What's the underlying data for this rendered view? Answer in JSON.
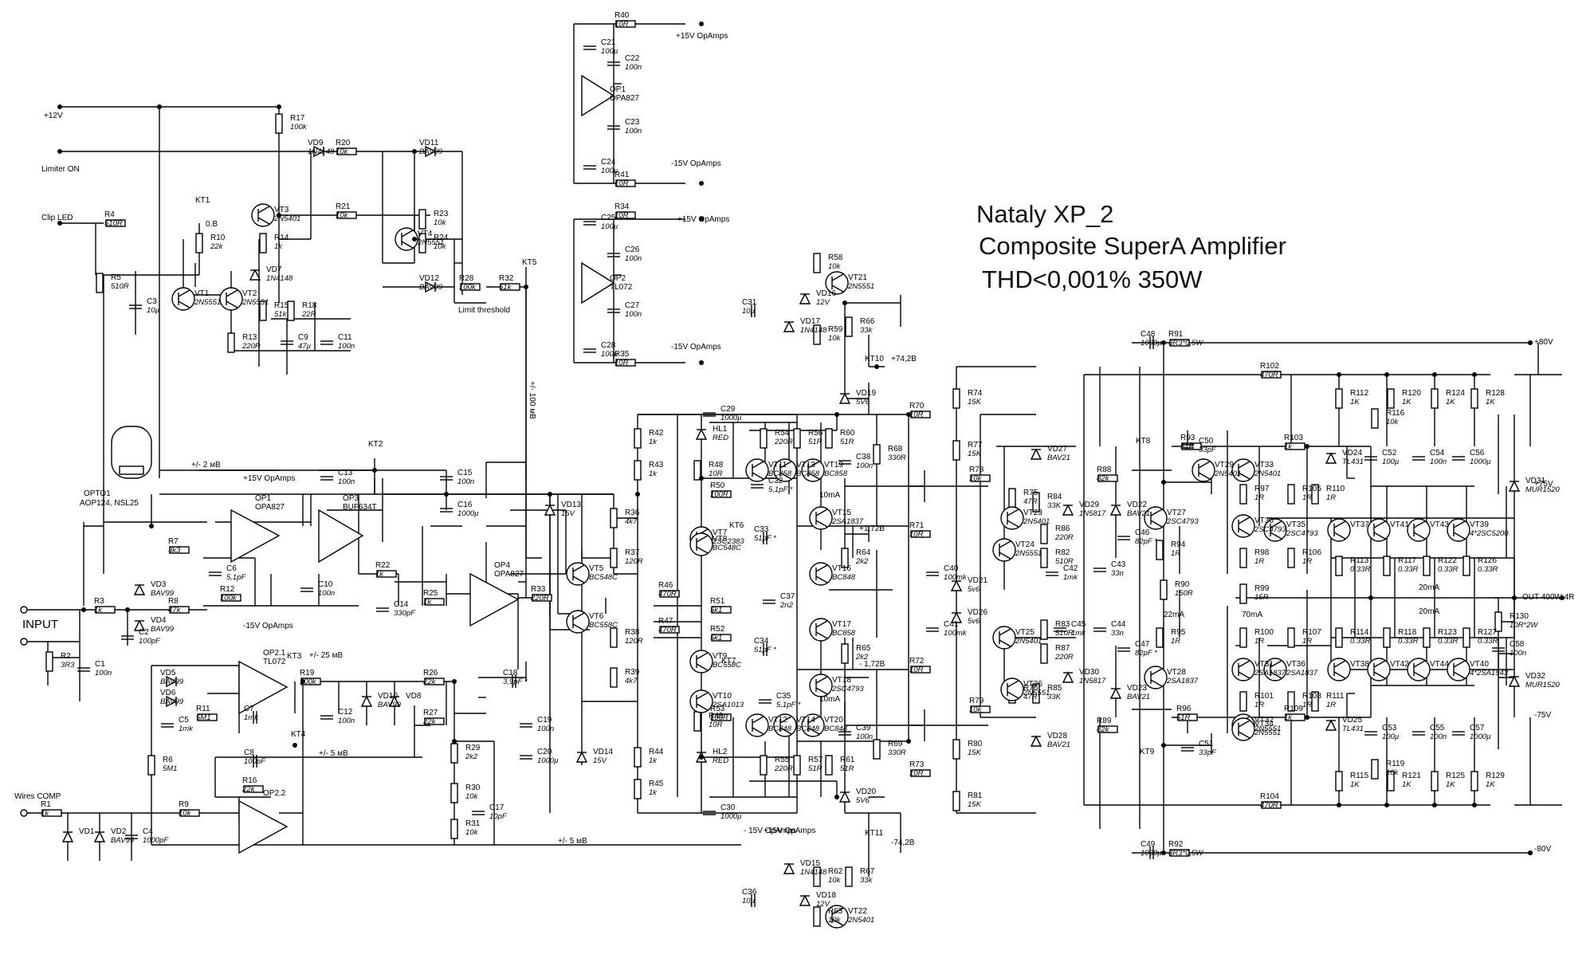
{
  "title": {
    "line1": "Nataly XP_2",
    "line2": "Composite SuperA Amplifier",
    "line3": "THD<0,001% 350W"
  },
  "rails": {
    "p12": "+12V",
    "limiter_on": "Limiter ON",
    "clip_led": "Clip LED",
    "p15_opamps": "+15V OpAmps",
    "m15_opamps": "-15V OpAmps",
    "p80": "+80V",
    "m80": "-80V",
    "p75": "+75V",
    "m75": "-75V",
    "out": "OUT 400W 4R",
    "input": "INPUT",
    "wires_comp": "Wires COMP",
    "kt10_v": "+74,2B",
    "kt11_v": "-74,2B",
    "v172p": "+1,72B",
    "v172m": "- 1,72B",
    "v2mv": "+/- 2 мВ",
    "v25mv": "+/- 25 мВ",
    "v5mv": "+/- 5 мВ",
    "v5mv2": "+/- 5 мВ",
    "v100mv": "+/- 100 мВ",
    "limit_threshold": "Limit threshold",
    "ma10a": "10mA",
    "ma10b": "10mA",
    "ma22": "22mA",
    "ma70": "70mA",
    "ma20a": "20mA",
    "ma20b": "20mA"
  },
  "testpoints": {
    "kt1": "KT1",
    "kt2": "KT2",
    "kt3": "KT3",
    "kt4": "KT4",
    "kt5": "KT5",
    "kt6": "KT6",
    "kt7": "KT7",
    "kt8": "KT8",
    "kt9": "KT9",
    "kt10": "KT10",
    "kt11": "KT11"
  },
  "opamps": [
    {
      "ref": "OP1",
      "part": "OPA827"
    },
    {
      "ref": "OP2",
      "part": "TL072"
    },
    {
      "ref": "OP1",
      "part": "OPA827"
    },
    {
      "ref": "OP3",
      "part": "BUF634T"
    },
    {
      "ref": "OP4",
      "part": "OPA827"
    },
    {
      "ref": "OP2.1",
      "part": "TL072"
    },
    {
      "ref": "OP2.2",
      "part": ""
    }
  ],
  "opto": {
    "ref": "OPTO1",
    "part": "AOP124, NSL25"
  },
  "transistors": [
    {
      "ref": "VT1",
      "part": "2N5551"
    },
    {
      "ref": "VT2",
      "part": "2N5551"
    },
    {
      "ref": "VT3",
      "part": "2N5401"
    },
    {
      "ref": "VT4",
      "part": "2N5551"
    },
    {
      "ref": "VT5",
      "part": "BC548C"
    },
    {
      "ref": "VT6",
      "part": "BC558C"
    },
    {
      "ref": "VT7",
      "part": "2SC2383"
    },
    {
      "ref": "VT8",
      "part": "BC548C"
    },
    {
      "ref": "VT9",
      "part": "BC558C"
    },
    {
      "ref": "VT10",
      "part": "2SA1013"
    },
    {
      "ref": "VT11",
      "part": "BC858"
    },
    {
      "ref": "VT12",
      "part": "BC848"
    },
    {
      "ref": "VT13",
      "part": "BC858"
    },
    {
      "ref": "VT14",
      "part": "BC848"
    },
    {
      "ref": "VT15",
      "part": "2SA1837"
    },
    {
      "ref": "VT16",
      "part": "BC848"
    },
    {
      "ref": "VT17",
      "part": "BC858"
    },
    {
      "ref": "VT18",
      "part": "2SC4793"
    },
    {
      "ref": "VT19",
      "part": "BC858"
    },
    {
      "ref": "VT20",
      "part": "BC848"
    },
    {
      "ref": "VT21",
      "part": "2N5551"
    },
    {
      "ref": "VT22",
      "part": "2N5401"
    },
    {
      "ref": "VT23",
      "part": "2N5401"
    },
    {
      "ref": "VT24",
      "part": "2N5551"
    },
    {
      "ref": "VT25",
      "part": "2N5401"
    },
    {
      "ref": "VT26",
      "part": "2N5551"
    },
    {
      "ref": "VT27",
      "part": "2SC4793"
    },
    {
      "ref": "VT28",
      "part": "2SA1837"
    },
    {
      "ref": "VT29",
      "part": "2N5401"
    },
    {
      "ref": "VT30",
      "part": "2SC4793"
    },
    {
      "ref": "VT31",
      "part": "2SA1837"
    },
    {
      "ref": "VT32",
      "part": "2N5551"
    },
    {
      "ref": "VT33",
      "part": "2N5401"
    },
    {
      "ref": "VT34",
      "part": "2N5551"
    },
    {
      "ref": "VT35",
      "part": "2SC4793"
    },
    {
      "ref": "VT36",
      "part": "2SA1837"
    },
    {
      "ref": "VT37",
      "part": ""
    },
    {
      "ref": "VT38",
      "part": ""
    },
    {
      "ref": "VT39",
      "part": "4*2SC5200"
    },
    {
      "ref": "VT40",
      "part": "4*2SA1943"
    },
    {
      "ref": "VT41",
      "part": ""
    },
    {
      "ref": "VT42",
      "part": ""
    },
    {
      "ref": "VT43",
      "part": ""
    },
    {
      "ref": "VT44",
      "part": ""
    }
  ],
  "diodes": [
    {
      "ref": "VD1",
      "part": ""
    },
    {
      "ref": "VD2",
      "part": "BAV99"
    },
    {
      "ref": "VD3",
      "part": "BAV99"
    },
    {
      "ref": "VD4",
      "part": "BAV99"
    },
    {
      "ref": "VD5",
      "part": "BAV99"
    },
    {
      "ref": "VD6",
      "part": "BAV99"
    },
    {
      "ref": "VD7",
      "part": "1N4148"
    },
    {
      "ref": "VD8",
      "part": ""
    },
    {
      "ref": "VD9",
      "part": "1N4148"
    },
    {
      "ref": "VD10",
      "part": "BAV99"
    },
    {
      "ref": "VD11",
      "part": "BAV99"
    },
    {
      "ref": "VD12",
      "part": "BAV99"
    },
    {
      "ref": "VD13",
      "part": "15V"
    },
    {
      "ref": "VD14",
      "part": "15V"
    },
    {
      "ref": "VD15",
      "part": "1N4148"
    },
    {
      "ref": "VD16",
      "part": "12V"
    },
    {
      "ref": "VD17",
      "part": "1N4148"
    },
    {
      "ref": "VD18",
      "part": "12V"
    },
    {
      "ref": "VD19",
      "part": "5V6"
    },
    {
      "ref": "VD20",
      "part": "5V6"
    },
    {
      "ref": "VD21",
      "part": "5v6"
    },
    {
      "ref": "VD22",
      "part": "BAV21"
    },
    {
      "ref": "VD23",
      "part": "BAV21"
    },
    {
      "ref": "VD24",
      "part": "TL431"
    },
    {
      "ref": "VD25",
      "part": "TL431"
    },
    {
      "ref": "VD26",
      "part": "5v6"
    },
    {
      "ref": "VD27",
      "part": "BAV21"
    },
    {
      "ref": "VD28",
      "part": "BAV21"
    },
    {
      "ref": "VD29",
      "part": "1N5817"
    },
    {
      "ref": "VD30",
      "part": "1N5817"
    },
    {
      "ref": "VD31",
      "part": "MUR1520"
    },
    {
      "ref": "VD32",
      "part": "MUR1520"
    },
    {
      "ref": "HL1",
      "part": "RED"
    },
    {
      "ref": "HL2",
      "part": "RED"
    }
  ],
  "resistors": [
    {
      "ref": "R1",
      "val": "1k"
    },
    {
      "ref": "R2",
      "val": "3R3"
    },
    {
      "ref": "R3",
      "val": "1k"
    },
    {
      "ref": "R4",
      "val": "510R"
    },
    {
      "ref": "R5",
      "val": "510R"
    },
    {
      "ref": "R6",
      "val": "5M1"
    },
    {
      "ref": "R7",
      "val": "3k3"
    },
    {
      "ref": "R8",
      "val": "47k"
    },
    {
      "ref": "R9",
      "val": "10k"
    },
    {
      "ref": "R10",
      "val": "22k"
    },
    {
      "ref": "R11",
      "val": "5M1"
    },
    {
      "ref": "R12",
      "val": "100k"
    },
    {
      "ref": "R13",
      "val": "220R"
    },
    {
      "ref": "R14",
      "val": "1k"
    },
    {
      "ref": "R15",
      "val": "51k"
    },
    {
      "ref": "R16",
      "val": "22k"
    },
    {
      "ref": "R17",
      "val": "100k"
    },
    {
      "ref": "R18",
      "val": "22R"
    },
    {
      "ref": "R19",
      "val": "100k"
    },
    {
      "ref": "R20",
      "val": "10k"
    },
    {
      "ref": "R21",
      "val": "10k"
    },
    {
      "ref": "R22",
      "val": "1k"
    },
    {
      "ref": "R23",
      "val": "10k"
    },
    {
      "ref": "R24",
      "val": "10k"
    },
    {
      "ref": "R25",
      "val": "1k"
    },
    {
      "ref": "R26",
      "val": "22k"
    },
    {
      "ref": "R27",
      "val": "22k"
    },
    {
      "ref": "R28",
      "val": "100k"
    },
    {
      "ref": "R29",
      "val": "2k2"
    },
    {
      "ref": "R30",
      "val": "10k"
    },
    {
      "ref": "R31",
      "val": "10k"
    },
    {
      "ref": "R32",
      "val": "51k"
    },
    {
      "ref": "R33",
      "val": "220R"
    },
    {
      "ref": "R34",
      "val": "10R"
    },
    {
      "ref": "R35",
      "val": "10R"
    },
    {
      "ref": "R36",
      "val": "4k7"
    },
    {
      "ref": "R37",
      "val": "120R"
    },
    {
      "ref": "R38",
      "val": "120R"
    },
    {
      "ref": "R39",
      "val": "4k7"
    },
    {
      "ref": "R40",
      "val": "10R"
    },
    {
      "ref": "R41",
      "val": "10R"
    },
    {
      "ref": "R42",
      "val": "1k"
    },
    {
      "ref": "R43",
      "val": "1k"
    },
    {
      "ref": "R44",
      "val": "1k"
    },
    {
      "ref": "R45",
      "val": "1k"
    },
    {
      "ref": "R46",
      "val": "470R"
    },
    {
      "ref": "R47",
      "val": "470R"
    },
    {
      "ref": "R48",
      "val": "10R"
    },
    {
      "ref": "R49",
      "val": "10R"
    },
    {
      "ref": "R50",
      "val": "100R"
    },
    {
      "ref": "R51",
      "val": "5k1"
    },
    {
      "ref": "R52",
      "val": "5k1"
    },
    {
      "ref": "R53",
      "val": "100R"
    },
    {
      "ref": "R54",
      "val": "220R"
    },
    {
      "ref": "R55",
      "val": "220R"
    },
    {
      "ref": "R56",
      "val": "51R"
    },
    {
      "ref": "R57",
      "val": "51R"
    },
    {
      "ref": "R58",
      "val": "10k"
    },
    {
      "ref": "R59",
      "val": "10k"
    },
    {
      "ref": "R60",
      "val": "51R"
    },
    {
      "ref": "R61",
      "val": "51R"
    },
    {
      "ref": "R62",
      "val": "10k"
    },
    {
      "ref": "R63",
      "val": "10k"
    },
    {
      "ref": "R64",
      "val": "2k2"
    },
    {
      "ref": "R65",
      "val": "2k2"
    },
    {
      "ref": "R66",
      "val": "33k"
    },
    {
      "ref": "R67",
      "val": "33k"
    },
    {
      "ref": "R68",
      "val": "330R"
    },
    {
      "ref": "R69",
      "val": "330R"
    },
    {
      "ref": "R70",
      "val": "10R"
    },
    {
      "ref": "R71",
      "val": "10R"
    },
    {
      "ref": "R72",
      "val": "10R"
    },
    {
      "ref": "R73",
      "val": "10R"
    },
    {
      "ref": "R74",
      "val": "15K"
    },
    {
      "ref": "R75",
      "val": "47R"
    },
    {
      "ref": "R76",
      "val": "47R"
    },
    {
      "ref": "R77",
      "val": "15K"
    },
    {
      "ref": "R78",
      "val": "10k"
    },
    {
      "ref": "R79",
      "val": "10k"
    },
    {
      "ref": "R80",
      "val": "15K"
    },
    {
      "ref": "R81",
      "val": "15K"
    },
    {
      "ref": "R82",
      "val": "510R"
    },
    {
      "ref": "R83",
      "val": "510R"
    },
    {
      "ref": "R84",
      "val": "33K"
    },
    {
      "ref": "R85",
      "val": "33K"
    },
    {
      "ref": "R86",
      "val": "220R"
    },
    {
      "ref": "R87",
      "val": "220R"
    },
    {
      "ref": "R88",
      "val": "82k"
    },
    {
      "ref": "R89",
      "val": "82k"
    },
    {
      "ref": "R90",
      "val": "150R"
    },
    {
      "ref": "R91",
      "val": "3R3*0,5W"
    },
    {
      "ref": "R92",
      "val": "3R3*0,5W"
    },
    {
      "ref": "R93",
      "val": "51R"
    },
    {
      "ref": "R94",
      "val": "1R"
    },
    {
      "ref": "R95",
      "val": "1R"
    },
    {
      "ref": "R96",
      "val": "51R"
    },
    {
      "ref": "R97",
      "val": "1R"
    },
    {
      "ref": "R98",
      "val": "1R"
    },
    {
      "ref": "R99",
      "val": "15R"
    },
    {
      "ref": "R100",
      "val": "1R"
    },
    {
      "ref": "R101",
      "val": "1R"
    },
    {
      "ref": "R102",
      "val": "470R"
    },
    {
      "ref": "R103",
      "val": "1k"
    },
    {
      "ref": "R104",
      "val": "470R"
    },
    {
      "ref": "R105",
      "val": "1R"
    },
    {
      "ref": "R106",
      "val": "1R"
    },
    {
      "ref": "R107",
      "val": "1R"
    },
    {
      "ref": "R108",
      "val": "1R"
    },
    {
      "ref": "R109",
      "val": "1k"
    },
    {
      "ref": "R110",
      "val": "1R"
    },
    {
      "ref": "R111",
      "val": "1R"
    },
    {
      "ref": "R112",
      "val": "1K"
    },
    {
      "ref": "R113",
      "val": "0.33R"
    },
    {
      "ref": "R114",
      "val": "0.33R"
    },
    {
      "ref": "R115",
      "val": "1K"
    },
    {
      "ref": "R116",
      "val": "10k"
    },
    {
      "ref": "R117",
      "val": "0.33R"
    },
    {
      "ref": "R118",
      "val": "0.33R"
    },
    {
      "ref": "R119",
      "val": "10k"
    },
    {
      "ref": "R120",
      "val": "1K"
    },
    {
      "ref": "R121",
      "val": "1K"
    },
    {
      "ref": "R122",
      "val": "0.33R"
    },
    {
      "ref": "R123",
      "val": "0.33R"
    },
    {
      "ref": "R124",
      "val": "1K"
    },
    {
      "ref": "R125",
      "val": "1K"
    },
    {
      "ref": "R126",
      "val": "0.33R"
    },
    {
      "ref": "R127",
      "val": "0.33R"
    },
    {
      "ref": "R128",
      "val": "1K"
    },
    {
      "ref": "R129",
      "val": "1K"
    },
    {
      "ref": "R130",
      "val": "10R*2W"
    }
  ],
  "capacitors": [
    {
      "ref": "C1",
      "val": "100n"
    },
    {
      "ref": "C2",
      "val": "100pF"
    },
    {
      "ref": "C3",
      "val": "10µ"
    },
    {
      "ref": "C4",
      "val": "1000pF"
    },
    {
      "ref": "C5",
      "val": "1mk"
    },
    {
      "ref": "C6",
      "val": "5,1pF"
    },
    {
      "ref": "C7",
      "val": "1mk"
    },
    {
      "ref": "C8",
      "val": "100pF"
    },
    {
      "ref": "C9",
      "val": "47µ"
    },
    {
      "ref": "C10",
      "val": "100n"
    },
    {
      "ref": "C11",
      "val": "100n"
    },
    {
      "ref": "C12",
      "val": "100n"
    },
    {
      "ref": "C13",
      "val": "100n"
    },
    {
      "ref": "C14",
      "val": "330pF"
    },
    {
      "ref": "C15",
      "val": "100n"
    },
    {
      "ref": "C16",
      "val": "1000µ"
    },
    {
      "ref": "C17",
      "val": "10pF"
    },
    {
      "ref": "C18",
      "val": "3,9pF *"
    },
    {
      "ref": "C19",
      "val": "100n"
    },
    {
      "ref": "C20",
      "val": "1000µ"
    },
    {
      "ref": "C21",
      "val": "100µ"
    },
    {
      "ref": "C22",
      "val": "100n"
    },
    {
      "ref": "C23",
      "val": "100n"
    },
    {
      "ref": "C24",
      "val": "100µ"
    },
    {
      "ref": "C25",
      "val": "100µ"
    },
    {
      "ref": "C26",
      "val": "100n"
    },
    {
      "ref": "C27",
      "val": "100n"
    },
    {
      "ref": "C28",
      "val": "100µ"
    },
    {
      "ref": "C29",
      "val": "1000µ"
    },
    {
      "ref": "C30",
      "val": "1000µ"
    },
    {
      "ref": "C31",
      "val": "10µ"
    },
    {
      "ref": "C32",
      "val": "5,1pF *"
    },
    {
      "ref": "C33",
      "val": "51pF *"
    },
    {
      "ref": "C34",
      "val": "51pF *"
    },
    {
      "ref": "C35",
      "val": "5,1pF *"
    },
    {
      "ref": "C36",
      "val": "10µ"
    },
    {
      "ref": "C37",
      "val": "2n2"
    },
    {
      "ref": "C38",
      "val": "100n"
    },
    {
      "ref": "C39",
      "val": "100n"
    },
    {
      "ref": "C40",
      "val": "100mk"
    },
    {
      "ref": "C41",
      "val": "100mk"
    },
    {
      "ref": "C42",
      "val": "1mk"
    },
    {
      "ref": "C43",
      "val": "33n"
    },
    {
      "ref": "C44",
      "val": "33n"
    },
    {
      "ref": "C45",
      "val": "1mk"
    },
    {
      "ref": "C46",
      "val": "82pF *"
    },
    {
      "ref": "C47",
      "val": "82pF *"
    },
    {
      "ref": "C48",
      "val": "1000µ"
    },
    {
      "ref": "C49",
      "val": "1000µ"
    },
    {
      "ref": "C50",
      "val": "33pF"
    },
    {
      "ref": "C51",
      "val": "33pF"
    },
    {
      "ref": "C52",
      "val": "100µ"
    },
    {
      "ref": "C53",
      "val": "100µ"
    },
    {
      "ref": "C54",
      "val": "100n"
    },
    {
      "ref": "C55",
      "val": "100n"
    },
    {
      "ref": "C56",
      "val": "1000µ"
    },
    {
      "ref": "C57",
      "val": "1000µ"
    },
    {
      "ref": "C58",
      "val": "100n"
    }
  ],
  "opamp_rail_labels": {
    "p15a": "+15V OpAmps",
    "m15a": "-15V OpAmps",
    "p15b": "+15V OpAmps",
    "m15b": "-15V OpAmps",
    "p15c": "+15V OpAmps",
    "m15c": "-15V OpAmps",
    "p15d": "+15V OpAmps",
    "m15d": "- 15V OpAmps"
  },
  "misc": {
    "ob": "0.B"
  }
}
